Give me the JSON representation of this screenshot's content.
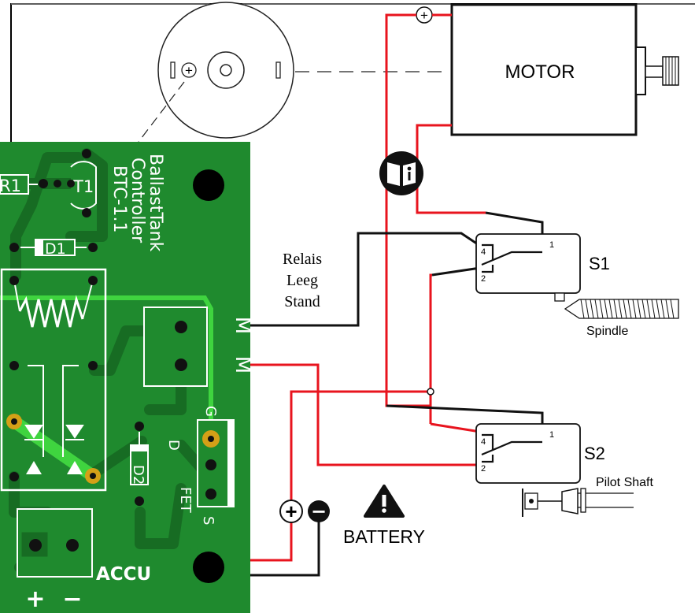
{
  "motor": {
    "label": "MOTOR",
    "terminal_symbol": "+"
  },
  "pcb": {
    "title_lines": [
      "BallastTank",
      "Controller",
      "BTC-1.1"
    ],
    "components": {
      "r1": "R1",
      "t1": "T1",
      "d1": "D1",
      "d2": "D2"
    },
    "fet": {
      "label": "FET",
      "pin_g": "G",
      "pin_d": "D",
      "pin_s": "S"
    },
    "motor_pads": [
      "M",
      "M"
    ],
    "accu": {
      "label": "ACCU",
      "plus": "+",
      "minus": "−"
    }
  },
  "relay_note": {
    "lines": [
      "Relais",
      "Leeg",
      "Stand"
    ]
  },
  "switches": [
    {
      "name": "S1",
      "pin_4": "4",
      "pin_2": "2",
      "pin_1": "1",
      "attached": "Spindle"
    },
    {
      "name": "S2",
      "pin_4": "4",
      "pin_2": "2",
      "pin_1": "1",
      "attached": "Pilot Shaft"
    }
  ],
  "battery": {
    "label": "BATTERY",
    "plus": "+",
    "minus": "−"
  },
  "icons": {
    "manual": "manual-info-icon",
    "warning": "warning-icon"
  },
  "colors": {
    "pcb_green": "#1f8a2e",
    "wire_red": "#e8141e",
    "wire_black": "#111111",
    "pad_gold": "#d4a017",
    "trace_light": "#3fd43f"
  }
}
